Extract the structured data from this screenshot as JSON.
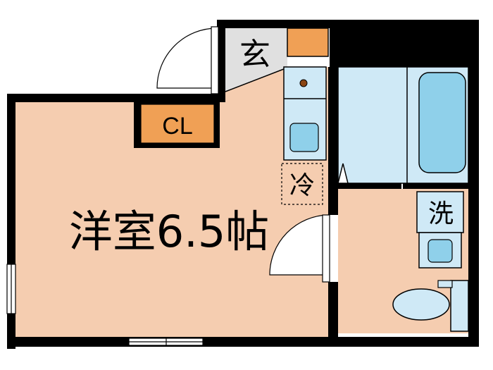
{
  "rooms": {
    "western_room": {
      "label": "洋室6.5帖"
    },
    "closet": {
      "label": "CL"
    },
    "entrance": {
      "label": "玄"
    },
    "fridge": {
      "label": "冷"
    },
    "washer": {
      "label": "洗"
    }
  },
  "colors": {
    "floor": "#f5cdb0",
    "wall": "#000000",
    "closet": "#f0a055",
    "bath": "#cfe9f6",
    "fixture": "#8fd0ea",
    "entrance_floor": "#e0e0e0",
    "white": "#ffffff"
  }
}
